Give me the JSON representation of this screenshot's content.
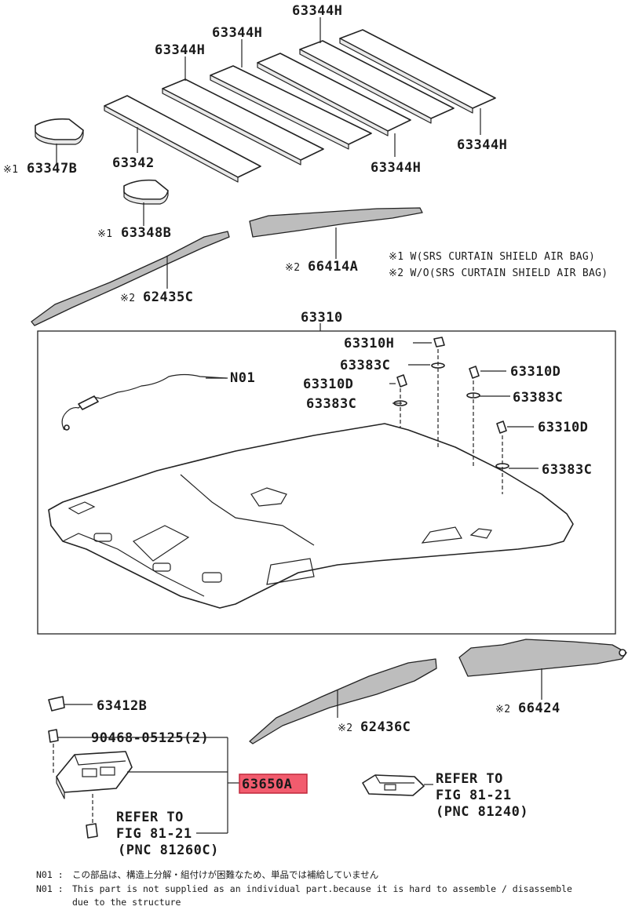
{
  "parts": {
    "p63344h_a": "63344H",
    "p63344h_b": "63344H",
    "p63344h_c": "63344H",
    "p63344h_d": "63344H",
    "p63344h_e": "63344H",
    "p63342": "63342",
    "p63347b_mark": "※1",
    "p63347b": "63347B",
    "p63348b_mark": "※1",
    "p63348b": "63348B",
    "p66414a_mark": "※2",
    "p66414a": "66414A",
    "p62435c_mark": "※2",
    "p62435c": "62435C",
    "p63310": "63310",
    "p63310h": "63310H",
    "p63383c_a": "63383C",
    "p63310d_a": "63310D",
    "p63383c_b": "63383C",
    "pn01": "N01",
    "p63310d_b": "63310D",
    "p63383c_c": "63383C",
    "p63310d_c": "63310D",
    "p63383c_d": "63383C",
    "p63412b": "63412B",
    "p90468": "90468-05125(2)",
    "p62436c_mark": "※2",
    "p62436c": "62436C",
    "p66424_mark": "※2",
    "p66424": "66424",
    "p63650a": "63650A"
  },
  "legend": {
    "note1": "※1 W(SRS CURTAIN SHIELD AIR BAG)",
    "note2": "※2 W/O(SRS CURTAIN SHIELD AIR BAG)"
  },
  "refs": {
    "left_line1": "REFER TO",
    "left_line2": "FIG 81-21",
    "left_line3": "(PNC 81260C)",
    "right_line1": "REFER TO",
    "right_line2": "FIG 81-21",
    "right_line3": "(PNC 81240)"
  },
  "footnotes": {
    "jp_prefix": "N01 :",
    "jp_text": "この部品は、構造上分解・組付けが困難なため、単品では補給していません",
    "en_prefix": "N01 :",
    "en_text_line1": "This part is not supplied as an individual part.because it is hard to assemble / disassemble",
    "en_text_line2": "due to the structure"
  },
  "colors": {
    "highlight_fill": "#f25c6e",
    "highlight_border": "#c0283c",
    "line": "#222222"
  }
}
